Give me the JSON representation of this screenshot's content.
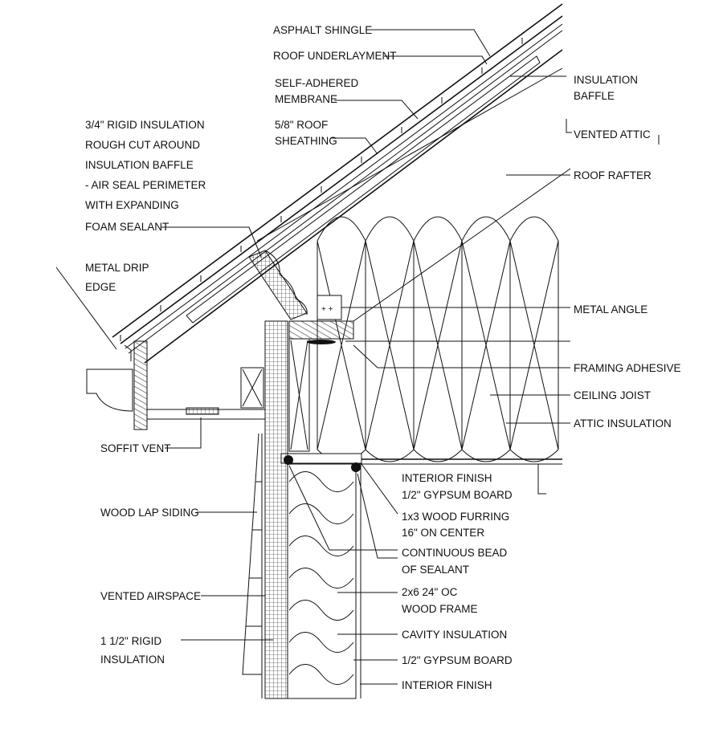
{
  "labels": {
    "asphalt_shingle": "ASPHALT SHINGLE",
    "roof_underlayment": "ROOF UNDERLAYMENT",
    "self_adhered_1": "SELF-ADHERED",
    "self_adhered_2": "MEMBRANE",
    "roof_sheathing_1": "5/8\" ROOF",
    "roof_sheathing_2": "SHEATHING",
    "insulation_baffle_1": "INSULATION",
    "insulation_baffle_2": "BAFFLE",
    "vented_attic": "VENTED ATTIC",
    "roof_rafter": "ROOF RAFTER",
    "rigid_1": "3/4\" RIGID INSULATION",
    "rigid_2": "ROUGH CUT AROUND",
    "rigid_3": "INSULATION BAFFLE",
    "rigid_4": "- AIR SEAL PERIMETER",
    "rigid_5": "WITH EXPANDING",
    "rigid_6": "FOAM SEALANT",
    "drip_1": "METAL DRIP",
    "drip_2": "EDGE",
    "metal_angle": "METAL ANGLE",
    "framing_adhesive": "FRAMING ADHESIVE",
    "ceiling_joist": "CEILING JOIST",
    "attic_insulation": "ATTIC INSULATION",
    "soffit_vent": "SOFFIT VENT",
    "interior_finish_1": "INTERIOR FINISH",
    "interior_finish_2": "1/2\" GYPSUM BOARD",
    "furring_1": "1x3 WOOD FURRING",
    "furring_2": "16\" ON CENTER",
    "wood_lap_siding": "WOOD LAP SIDING",
    "sealant_1": "CONTINUOUS BEAD",
    "sealant_2": "OF SEALANT",
    "vented_airspace": "VENTED AIRSPACE",
    "frame_1": "2x6 24\" OC",
    "frame_2": "WOOD FRAME",
    "cavity_insulation": "CAVITY INSULATION",
    "rigid15_1": "1 1/2\" RIGID",
    "rigid15_2": "INSULATION",
    "gypsum_board": "1/2\" GYPSUM BOARD",
    "interior_finish": "INTERIOR FINISH"
  }
}
